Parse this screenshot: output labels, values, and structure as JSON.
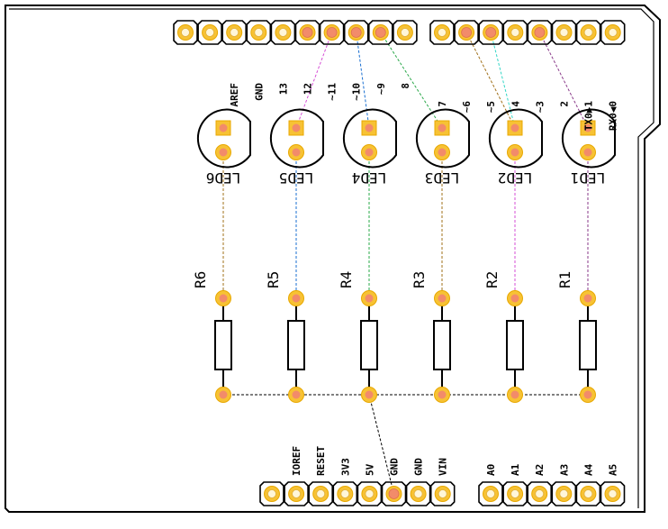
{
  "colors": {
    "outline": "#000000",
    "pad_fill": "#f7c234",
    "pad_stroke": "#e8a800",
    "header_hole": "#fff6d8",
    "pin_active": "#f28b6a",
    "trace_magenta": "#d64fd6",
    "trace_blue": "#1a6fd1",
    "trace_green": "#2aa84a",
    "trace_brown": "#a0701a",
    "trace_teal": "#33d6c6",
    "trace_purple": "#8a3a8a",
    "trace_black": "#000000"
  },
  "top_header_left": {
    "labels": [
      "AREF",
      "GND",
      "13",
      "12",
      "~11",
      "~10",
      "~9",
      "8"
    ],
    "active": [
      false,
      false,
      false,
      false,
      false,
      true,
      true,
      true,
      true,
      false
    ]
  },
  "top_header_right": {
    "labels": [
      "7",
      "~6",
      "~5",
      "4",
      "~3",
      "2",
      "TX0▶1",
      "RX0◀0"
    ],
    "active": [
      false,
      true,
      true,
      false,
      true,
      false,
      false,
      false
    ]
  },
  "bottom_header_left": {
    "labels": [
      "IOREF",
      "RESET",
      "3V3",
      "5V",
      "GND",
      "GND",
      "VIN"
    ],
    "active": [
      false,
      false,
      false,
      false,
      false,
      true,
      false,
      false
    ]
  },
  "bottom_header_right": {
    "labels": [
      "A0",
      "A1",
      "A2",
      "A3",
      "A4",
      "A5"
    ]
  },
  "leds": [
    "LED6",
    "LED5",
    "LED4",
    "LED3",
    "LED2",
    "LED1"
  ],
  "resistors": [
    "R6",
    "R5",
    "R4",
    "R3",
    "R2",
    "R1"
  ]
}
